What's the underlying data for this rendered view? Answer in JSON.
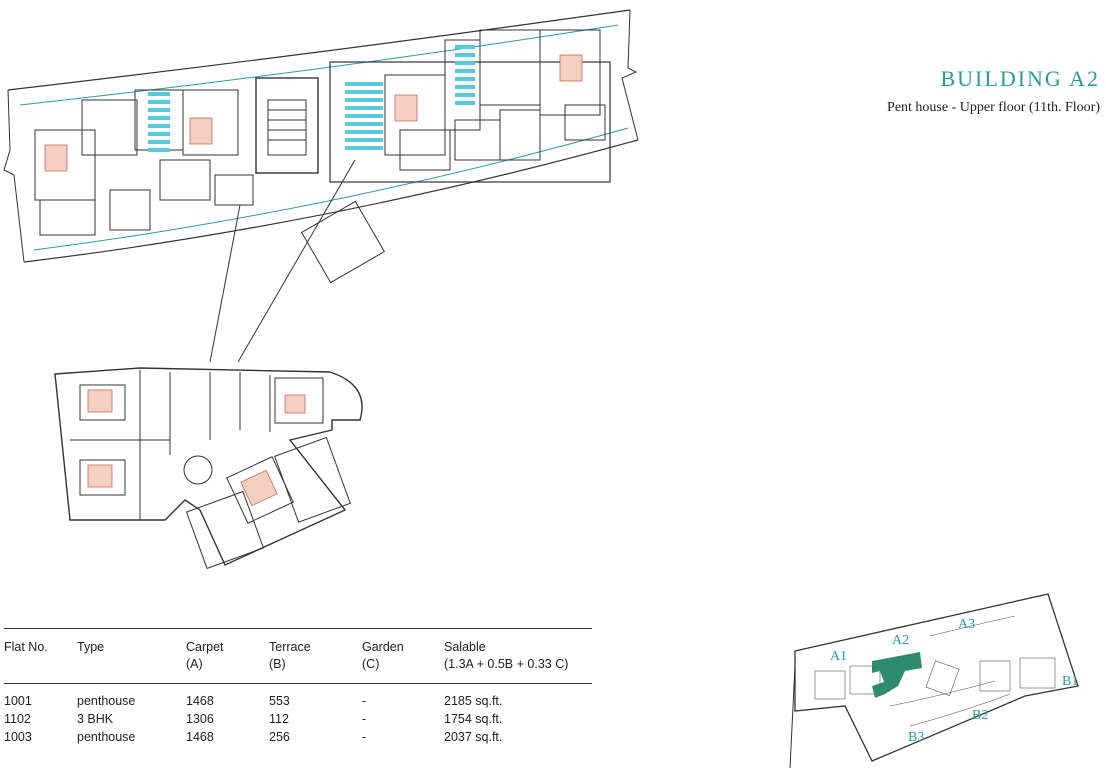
{
  "header": {
    "title": "BUILDING A2",
    "subtitle": "Pent house - Upper floor (11th. Floor)"
  },
  "table": {
    "columns": [
      {
        "line1": "Flat No.",
        "line2": ""
      },
      {
        "line1": "Type",
        "line2": ""
      },
      {
        "line1": "Carpet",
        "line2": "(A)"
      },
      {
        "line1": "Terrace",
        "line2": "(B)"
      },
      {
        "line1": "Garden",
        "line2": "(C)"
      },
      {
        "line1": "Salable",
        "line2": "(1.3A + 0.5B + 0.33 C)"
      }
    ],
    "rows": [
      {
        "flat": "1001",
        "type": "penthouse",
        "carpet": "1468",
        "terrace": "553",
        "garden": "-",
        "salable": "2185 sq.ft."
      },
      {
        "flat": "1102",
        "type": "3 BHK",
        "carpet": "1306",
        "terrace": "112",
        "garden": "-",
        "salable": "1754 sq.ft."
      },
      {
        "flat": "1003",
        "type": "penthouse",
        "carpet": "1468",
        "terrace": "256",
        "garden": "-",
        "salable": "2037 sq.ft."
      }
    ]
  },
  "keymap": {
    "labels": [
      "A1",
      "A2",
      "A3",
      "B1",
      "B2",
      "B3"
    ],
    "highlight_color": "#2e8b6e",
    "label_color": "#2a9d96"
  }
}
